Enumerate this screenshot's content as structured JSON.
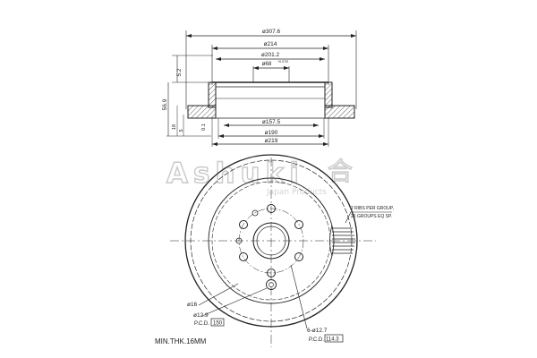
{
  "top_view": {
    "dim_outer": "ø307.6",
    "dim_hat": "ø214",
    "dim_inner_hat": "ø201.2",
    "dim_bore": "ø68",
    "dim_bore_tol": "+0.07/0",
    "dim_hat_depth": "5.2",
    "dim_height": "56.9",
    "dim_d157": "ø157.5",
    "dim_d190": "ø190",
    "dim_d219": "ø219",
    "dim_18": "18",
    "dim_5": "5",
    "dim_01": "0.1"
  },
  "front_view": {
    "note_ribs": "2 RIBS PER GROUP,",
    "note_groups": "26 GROUPS EQ SP.",
    "dim_hole_small": "ø16",
    "dim_hole_med": "ø12.9",
    "pcd_label_1": "P.C.D.",
    "pcd_value_1": "150",
    "bolt_holes": "6-ø12.7",
    "pcd_label_2": "P.C.D.",
    "pcd_value_2": "114.3"
  },
  "footer": {
    "min_thickness": "MIN.THK.16MM"
  },
  "watermark": {
    "brand": "Ashuki",
    "tagline": "Japan Products"
  }
}
